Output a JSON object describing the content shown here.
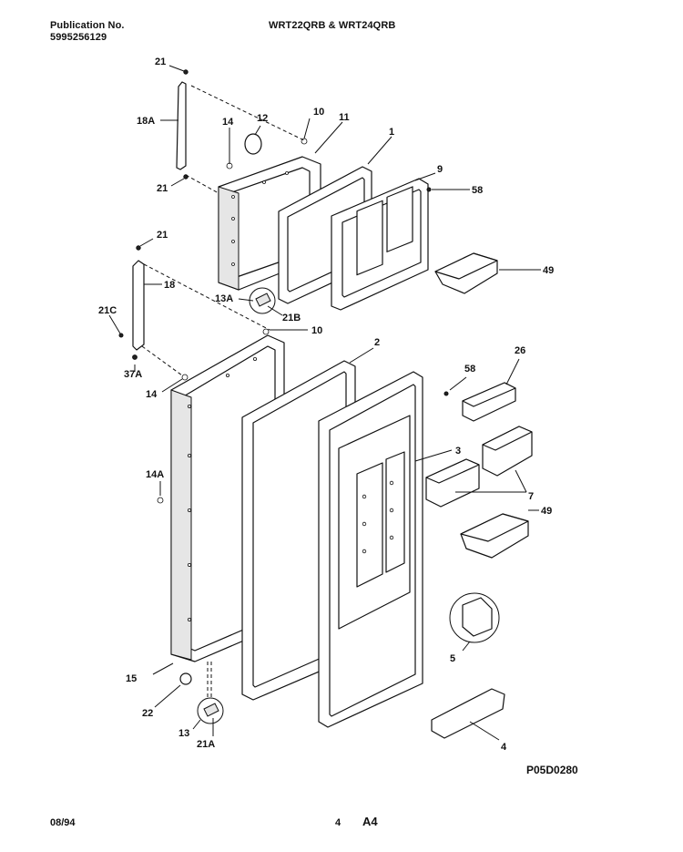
{
  "header": {
    "publication_label": "Publication No.",
    "publication_number": "5995256129",
    "models": "WRT22QRB & WRT24QRB"
  },
  "footer": {
    "date": "08/94",
    "page_number": "4",
    "section": "A4",
    "figure_code": "P05D0280"
  },
  "callouts": {
    "c21a": "21",
    "c18a": "18A",
    "c14a": "14",
    "c12": "12",
    "c10a": "10",
    "c11": "11",
    "c1": "1",
    "c9": "9",
    "c58a": "58",
    "c21b": "21",
    "c21c": "21",
    "c18": "18",
    "c21C": "21C",
    "c13A": "13A",
    "c21B": "21B",
    "c10b": "10",
    "c49a": "49",
    "c37A": "37A",
    "c14b": "14",
    "c2": "2",
    "c58b": "58",
    "c26": "26",
    "c3": "3",
    "c14A": "14A",
    "c7": "7",
    "c49b": "49",
    "c5": "5",
    "c15": "15",
    "c22": "22",
    "c13": "13",
    "c21A": "21A",
    "c4": "4"
  }
}
